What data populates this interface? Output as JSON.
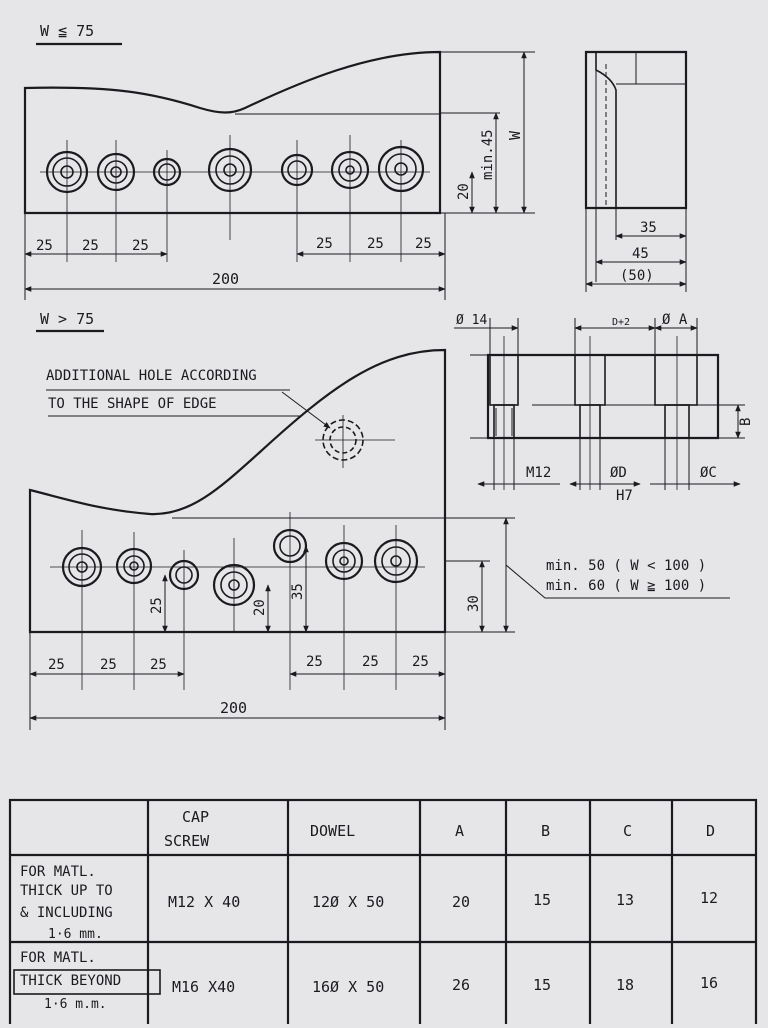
{
  "top_view": {
    "heading": "W ≦ 75",
    "dims_left": [
      "25",
      "25",
      "25"
    ],
    "dims_right": [
      "25",
      "25",
      "25"
    ],
    "overall": "200",
    "dim_20": "20",
    "dim_min45": "min.45",
    "dim_w": "W"
  },
  "side_view": {
    "dim_35": "35",
    "dim_45": "45",
    "dim_50": "(50)"
  },
  "bottom_view": {
    "heading": "W > 75",
    "note_line1": "ADDITIONAL HOLE ACCORDING",
    "note_line2": "TO THE SHAPE OF EDGE",
    "dims_left": [
      "25",
      "25",
      "25"
    ],
    "dims_right": [
      "25",
      "25",
      "25"
    ],
    "overall": "200",
    "dim_25v": "25",
    "dim_20v": "20",
    "dim_35v": "35",
    "dim_30v": "30",
    "min_line1": "min. 50 ( W < 100 )",
    "min_line2": "min. 60 ( W ≧ 100 )"
  },
  "section_view": {
    "dia14": "Ø 14",
    "dplus": "D+2",
    "dia_a": "Ø A",
    "m12": "M12",
    "dia_d": "ØD",
    "h7": "H7",
    "dia_c": "ØC",
    "b": "B"
  },
  "table": {
    "headers": [
      "",
      "CAP\nSCREW",
      "DOWEL",
      "A",
      "B",
      "C",
      "D"
    ],
    "rows": [
      {
        "label": [
          "FOR MATL.",
          "THICK UP TO",
          "& INCLUDING",
          "1·6 mm."
        ],
        "cap_screw": "M12 X 40",
        "dowel": "12Ø X 50",
        "a": "20",
        "b": "15",
        "c": "13",
        "d": "12"
      },
      {
        "label": [
          "FOR MATL.",
          "THICK BEYOND",
          "1·6 m.m."
        ],
        "cap_screw": "M16 X40",
        "dowel": "16Ø X 50",
        "a": "26",
        "b": "15",
        "c": "18",
        "d": "16"
      }
    ]
  }
}
